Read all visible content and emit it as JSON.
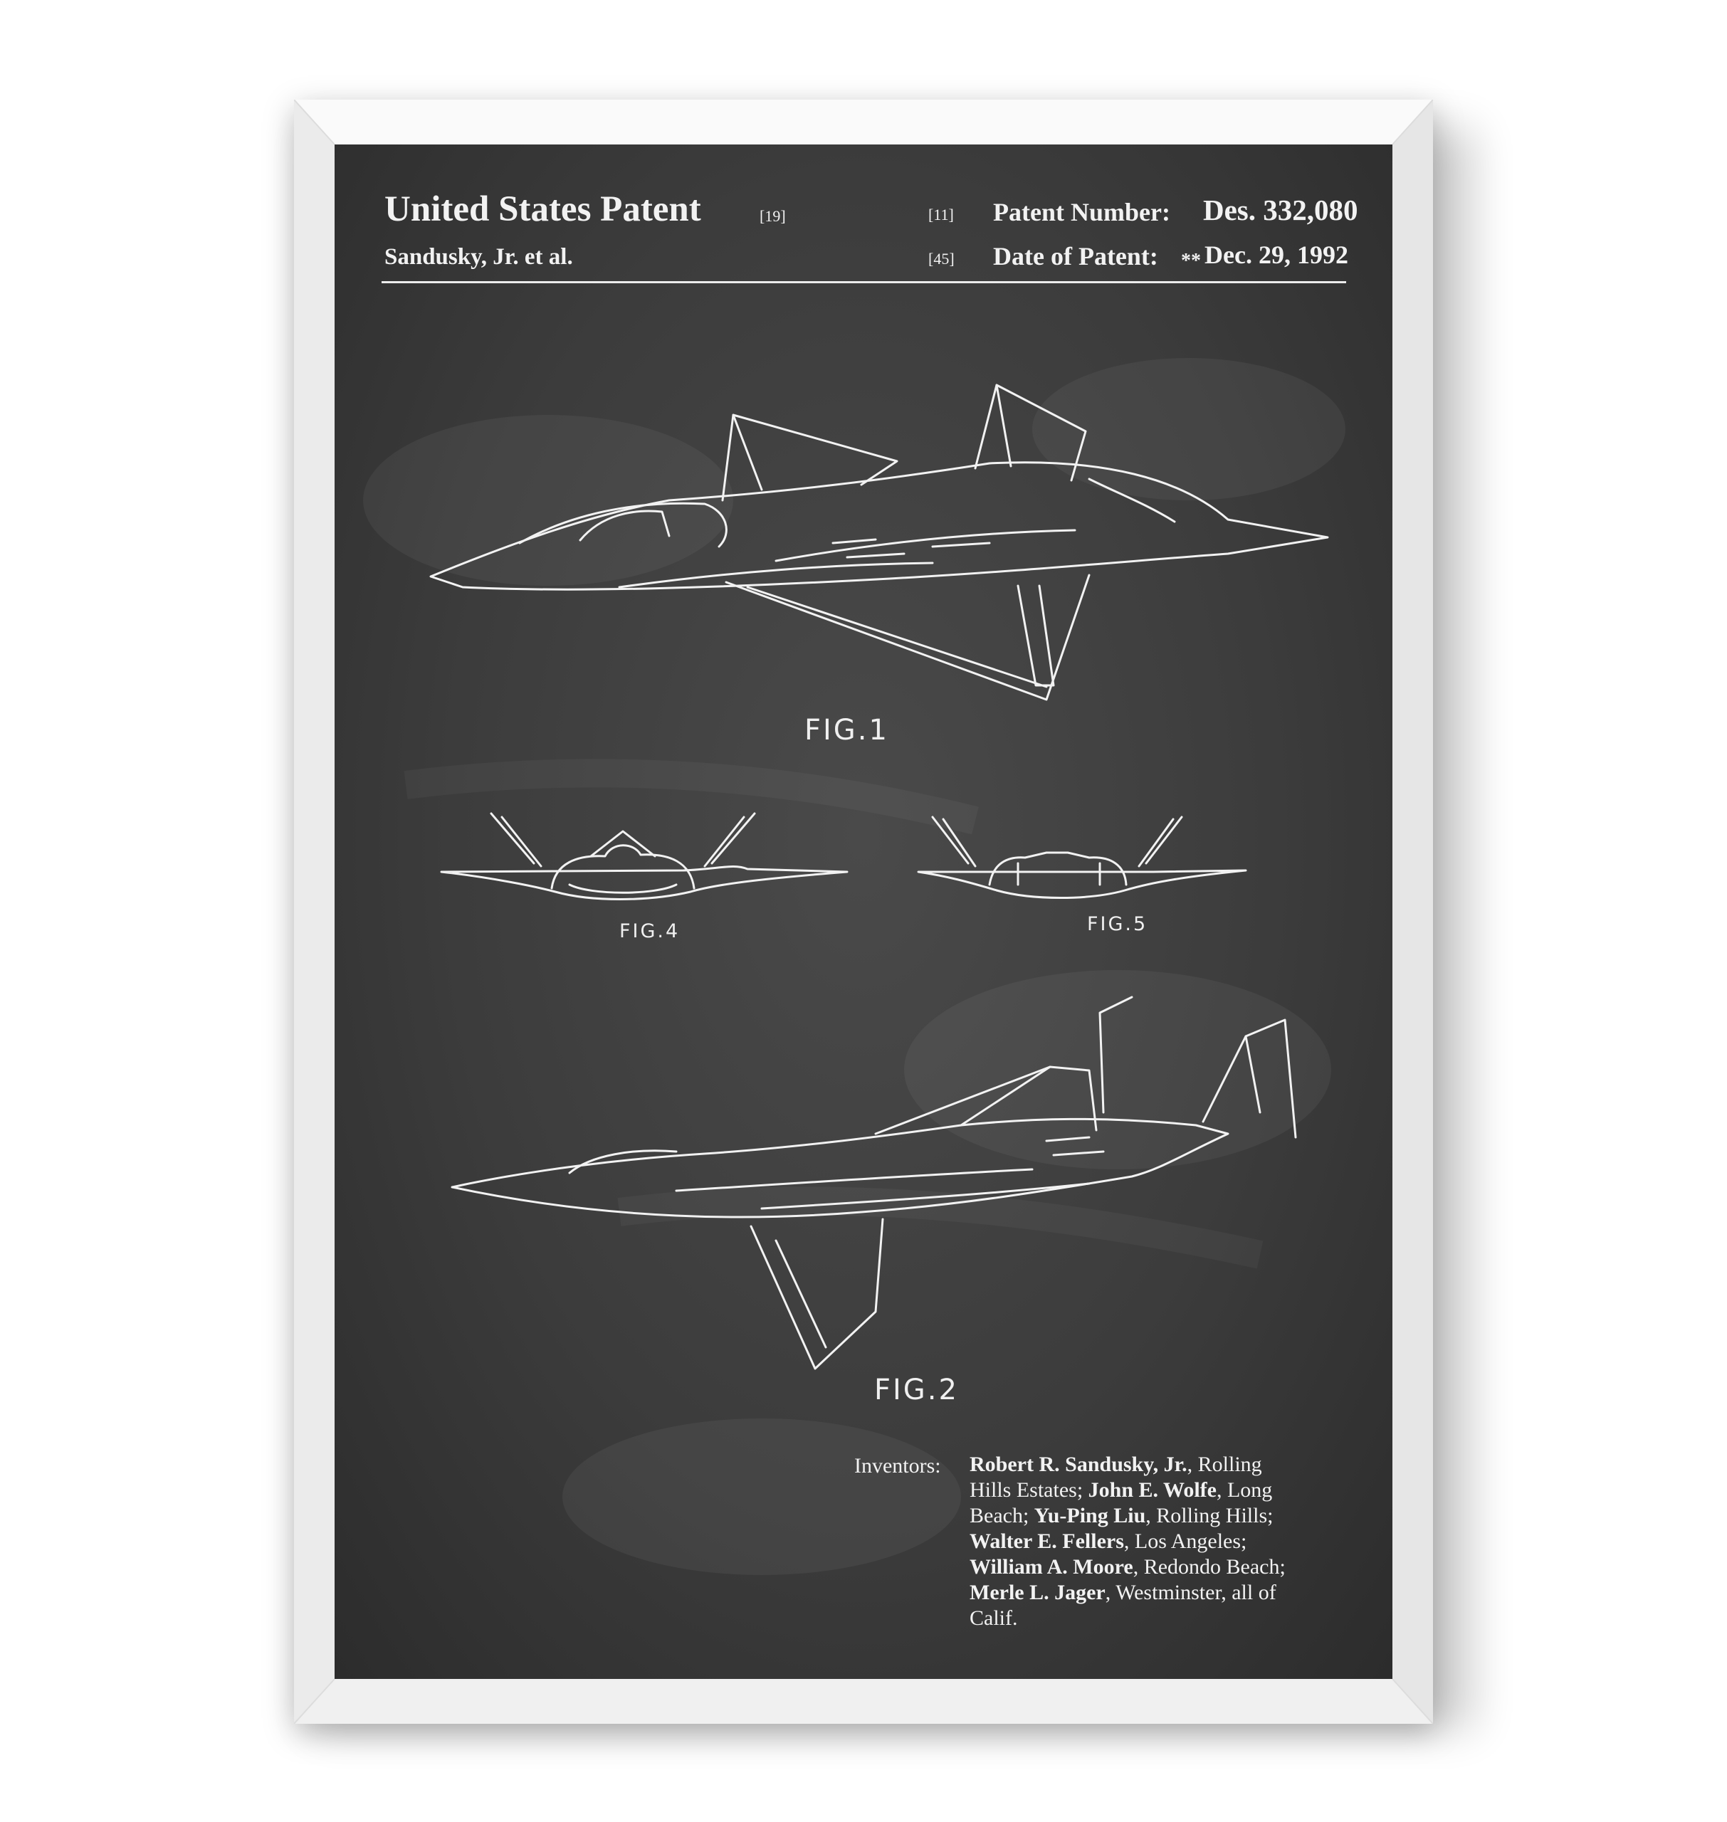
{
  "header": {
    "title": "United States Patent",
    "title_ref": "[19]",
    "applicant": "Sandusky, Jr. et al.",
    "patent_number_ref": "[11]",
    "patent_number_label": "Patent Number:",
    "patent_number": "Des. 332,080",
    "date_ref": "[45]",
    "date_label": "Date of Patent:",
    "date_marker": "**",
    "date": "Dec. 29, 1992"
  },
  "figures": {
    "fig1": "FIG.1",
    "fig4": "FIG.4",
    "fig5": "FIG.5",
    "fig2": "FIG.2"
  },
  "inventors": {
    "label": "Inventors:",
    "lines": [
      [
        {
          "b": "Robert R. Sandusky, Jr."
        },
        {
          "t": ", Rolling"
        }
      ],
      [
        {
          "t": "Hills Estates; "
        },
        {
          "b": "John E. Wolfe"
        },
        {
          "t": ", Long"
        }
      ],
      [
        {
          "t": "Beach; "
        },
        {
          "b": "Yu-Ping Liu"
        },
        {
          "t": ", Rolling Hills;"
        }
      ],
      [
        {
          "b": "Walter E. Fellers"
        },
        {
          "t": ", Los Angeles;"
        }
      ],
      [
        {
          "b": "William A. Moore"
        },
        {
          "t": ", Redondo Beach;"
        }
      ],
      [
        {
          "b": "Merle L. Jager"
        },
        {
          "t": ", Westminster, all of"
        }
      ],
      [
        {
          "t": "Calif."
        }
      ]
    ]
  },
  "colors": {
    "chalkboard": "#3c3c3c",
    "chalk": "#f2f2f2",
    "frame": "#f4f4f4"
  }
}
